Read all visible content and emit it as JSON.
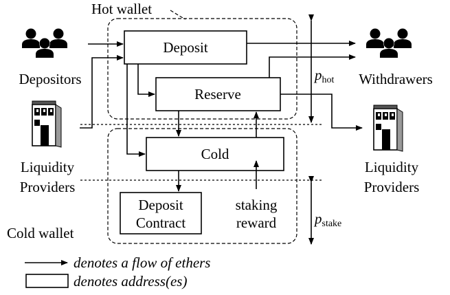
{
  "labels": {
    "hot_wallet": "Hot wallet",
    "cold_wallet": "Cold wallet",
    "depositors": "Depositors",
    "liquidity_left_1": "Liquidity",
    "liquidity_left_2": "Providers",
    "withdrawers": "Withdrawers",
    "liquidity_right_1": "Liquidity",
    "liquidity_right_2": "Providers",
    "p_hot_base": "p",
    "p_hot_sub": "hot",
    "p_stake_base": "p",
    "p_stake_sub": "stake",
    "staking_1": "staking",
    "staking_2": "reward"
  },
  "boxes": {
    "deposit": "Deposit",
    "reserve": "Reserve",
    "cold": "Cold",
    "deposit_contract_1": "Deposit",
    "deposit_contract_2": "Contract"
  },
  "legend": {
    "flow_text": "denotes a flow of ethers",
    "address_text": "denotes address(es)"
  },
  "icons": {
    "group": "people-group-icon",
    "building": "building-icon"
  }
}
